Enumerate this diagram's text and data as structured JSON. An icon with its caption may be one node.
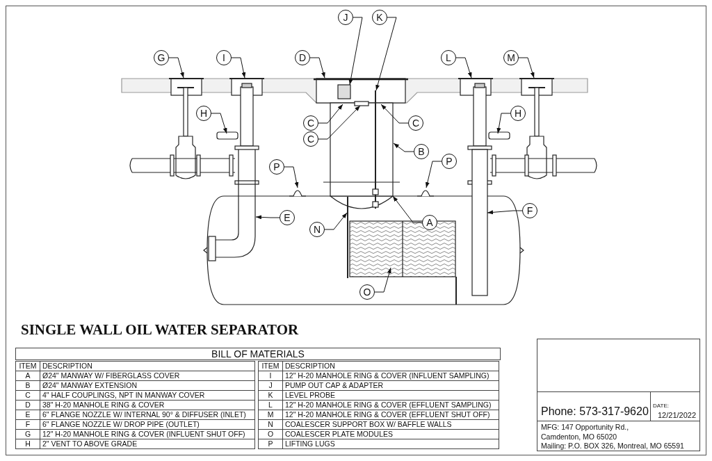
{
  "diagram": {
    "title": "SINGLE WALL OIL WATER SEPARATOR",
    "nodes": [
      {
        "text": [
          "J"
        ]
      },
      {
        "text": [
          "K"
        ]
      },
      {
        "text": [
          "G"
        ]
      },
      {
        "text": [
          "I"
        ]
      },
      {
        "text": [
          "D"
        ]
      },
      {
        "text": [
          "L"
        ]
      },
      {
        "text": [
          "M"
        ]
      },
      {
        "text": [
          "H"
        ]
      },
      {
        "text": [
          "H"
        ]
      },
      {
        "text": [
          "C"
        ]
      },
      {
        "text": [
          "C"
        ]
      },
      {
        "text": [
          "C"
        ]
      },
      {
        "text": [
          "B"
        ]
      },
      {
        "text": [
          "P"
        ]
      },
      {
        "text": [
          "P"
        ]
      },
      {
        "text": [
          "A"
        ]
      },
      {
        "text": [
          "F"
        ]
      },
      {
        "text": [
          "E"
        ]
      },
      {
        "text": [
          "N"
        ]
      },
      {
        "text": [
          "O"
        ]
      }
    ],
    "edges": [
      {
        "from": 0,
        "to": null,
        "arrow": "to"
      },
      {
        "from": 1,
        "to": null,
        "arrow": "to"
      },
      {
        "from": 2,
        "to": null,
        "arrow": "to"
      },
      {
        "from": 3,
        "to": null,
        "arrow": "to"
      },
      {
        "from": 4,
        "to": null,
        "arrow": "to"
      },
      {
        "from": 5,
        "to": null,
        "arrow": "to"
      },
      {
        "from": 6,
        "to": null,
        "arrow": "to"
      },
      {
        "from": 7,
        "to": null,
        "arrow": "to"
      },
      {
        "from": 8,
        "to": null,
        "arrow": "to"
      },
      {
        "from": 9,
        "to": null,
        "arrow": "to"
      },
      {
        "from": 10,
        "to": null,
        "arrow": "to"
      },
      {
        "from": 11,
        "to": null,
        "arrow": "to"
      },
      {
        "from": 12,
        "to": null,
        "arrow": "to"
      },
      {
        "from": 13,
        "to": null,
        "arrow": "to"
      },
      {
        "from": 14,
        "to": null,
        "arrow": "to"
      },
      {
        "from": 15,
        "to": null,
        "arrow": "to"
      },
      {
        "from": 16,
        "to": null,
        "arrow": "to"
      },
      {
        "from": 17,
        "to": null,
        "arrow": "to"
      },
      {
        "from": 18,
        "to": null,
        "arrow": "to"
      },
      {
        "from": 19,
        "to": null,
        "arrow": "to"
      }
    ],
    "labels": [
      "BILL OF MATERIALS",
      "ITEM",
      "DESCRIPTION",
      "ITEM",
      "DESCRIPTION",
      "A",
      "Ø24\" MANWAY W/ FIBERGLASS COVER",
      "I",
      "12\" H-20 MANHOLE RING & COVER (INFLUENT SAMPLING)",
      "B",
      "Ø24\" MANWAY EXTENSION",
      "J",
      "PUMP OUT CAP & ADAPTER",
      "C",
      "4\" HALF COUPLINGS, NPT IN MANWAY COVER",
      "K",
      "LEVEL PROBE",
      "D",
      "38\" H-20 MANHOLE RING & COVER",
      "L",
      "12\" H-20 MANHOLE RING & COVER (EFFLUENT SAMPLING)",
      "E",
      "6\" FLANGE NOZZLE W/ INTERNAL 90° & DIFFUSER (INLET)",
      "M",
      "12\" H-20 MANHOLE RING & COVER (EFFLUENT SHUT OFF)",
      "F",
      "6\" FLANGE NOZZLE W/ DROP PIPE (OUTLET)",
      "N",
      "COALESCER SUPPORT BOX W/ BAFFLE WALLS",
      "G",
      "12\" H-20 MANHOLE RING & COVER (INFLUENT SHUT OFF)",
      "O",
      "COALESCER PLATE MODULES",
      "H",
      "2\" VENT TO ABOVE GRADE",
      "P",
      "LIFTING LUGS",
      "Phone: 573-317-9620",
      "DATE:",
      "12/21/2022",
      "MFG: 147 Opportunity Rd., Camdenton, MO 65020",
      "Mailing: P.O. BOX 326, Montreal, MO 65591"
    ]
  }
}
